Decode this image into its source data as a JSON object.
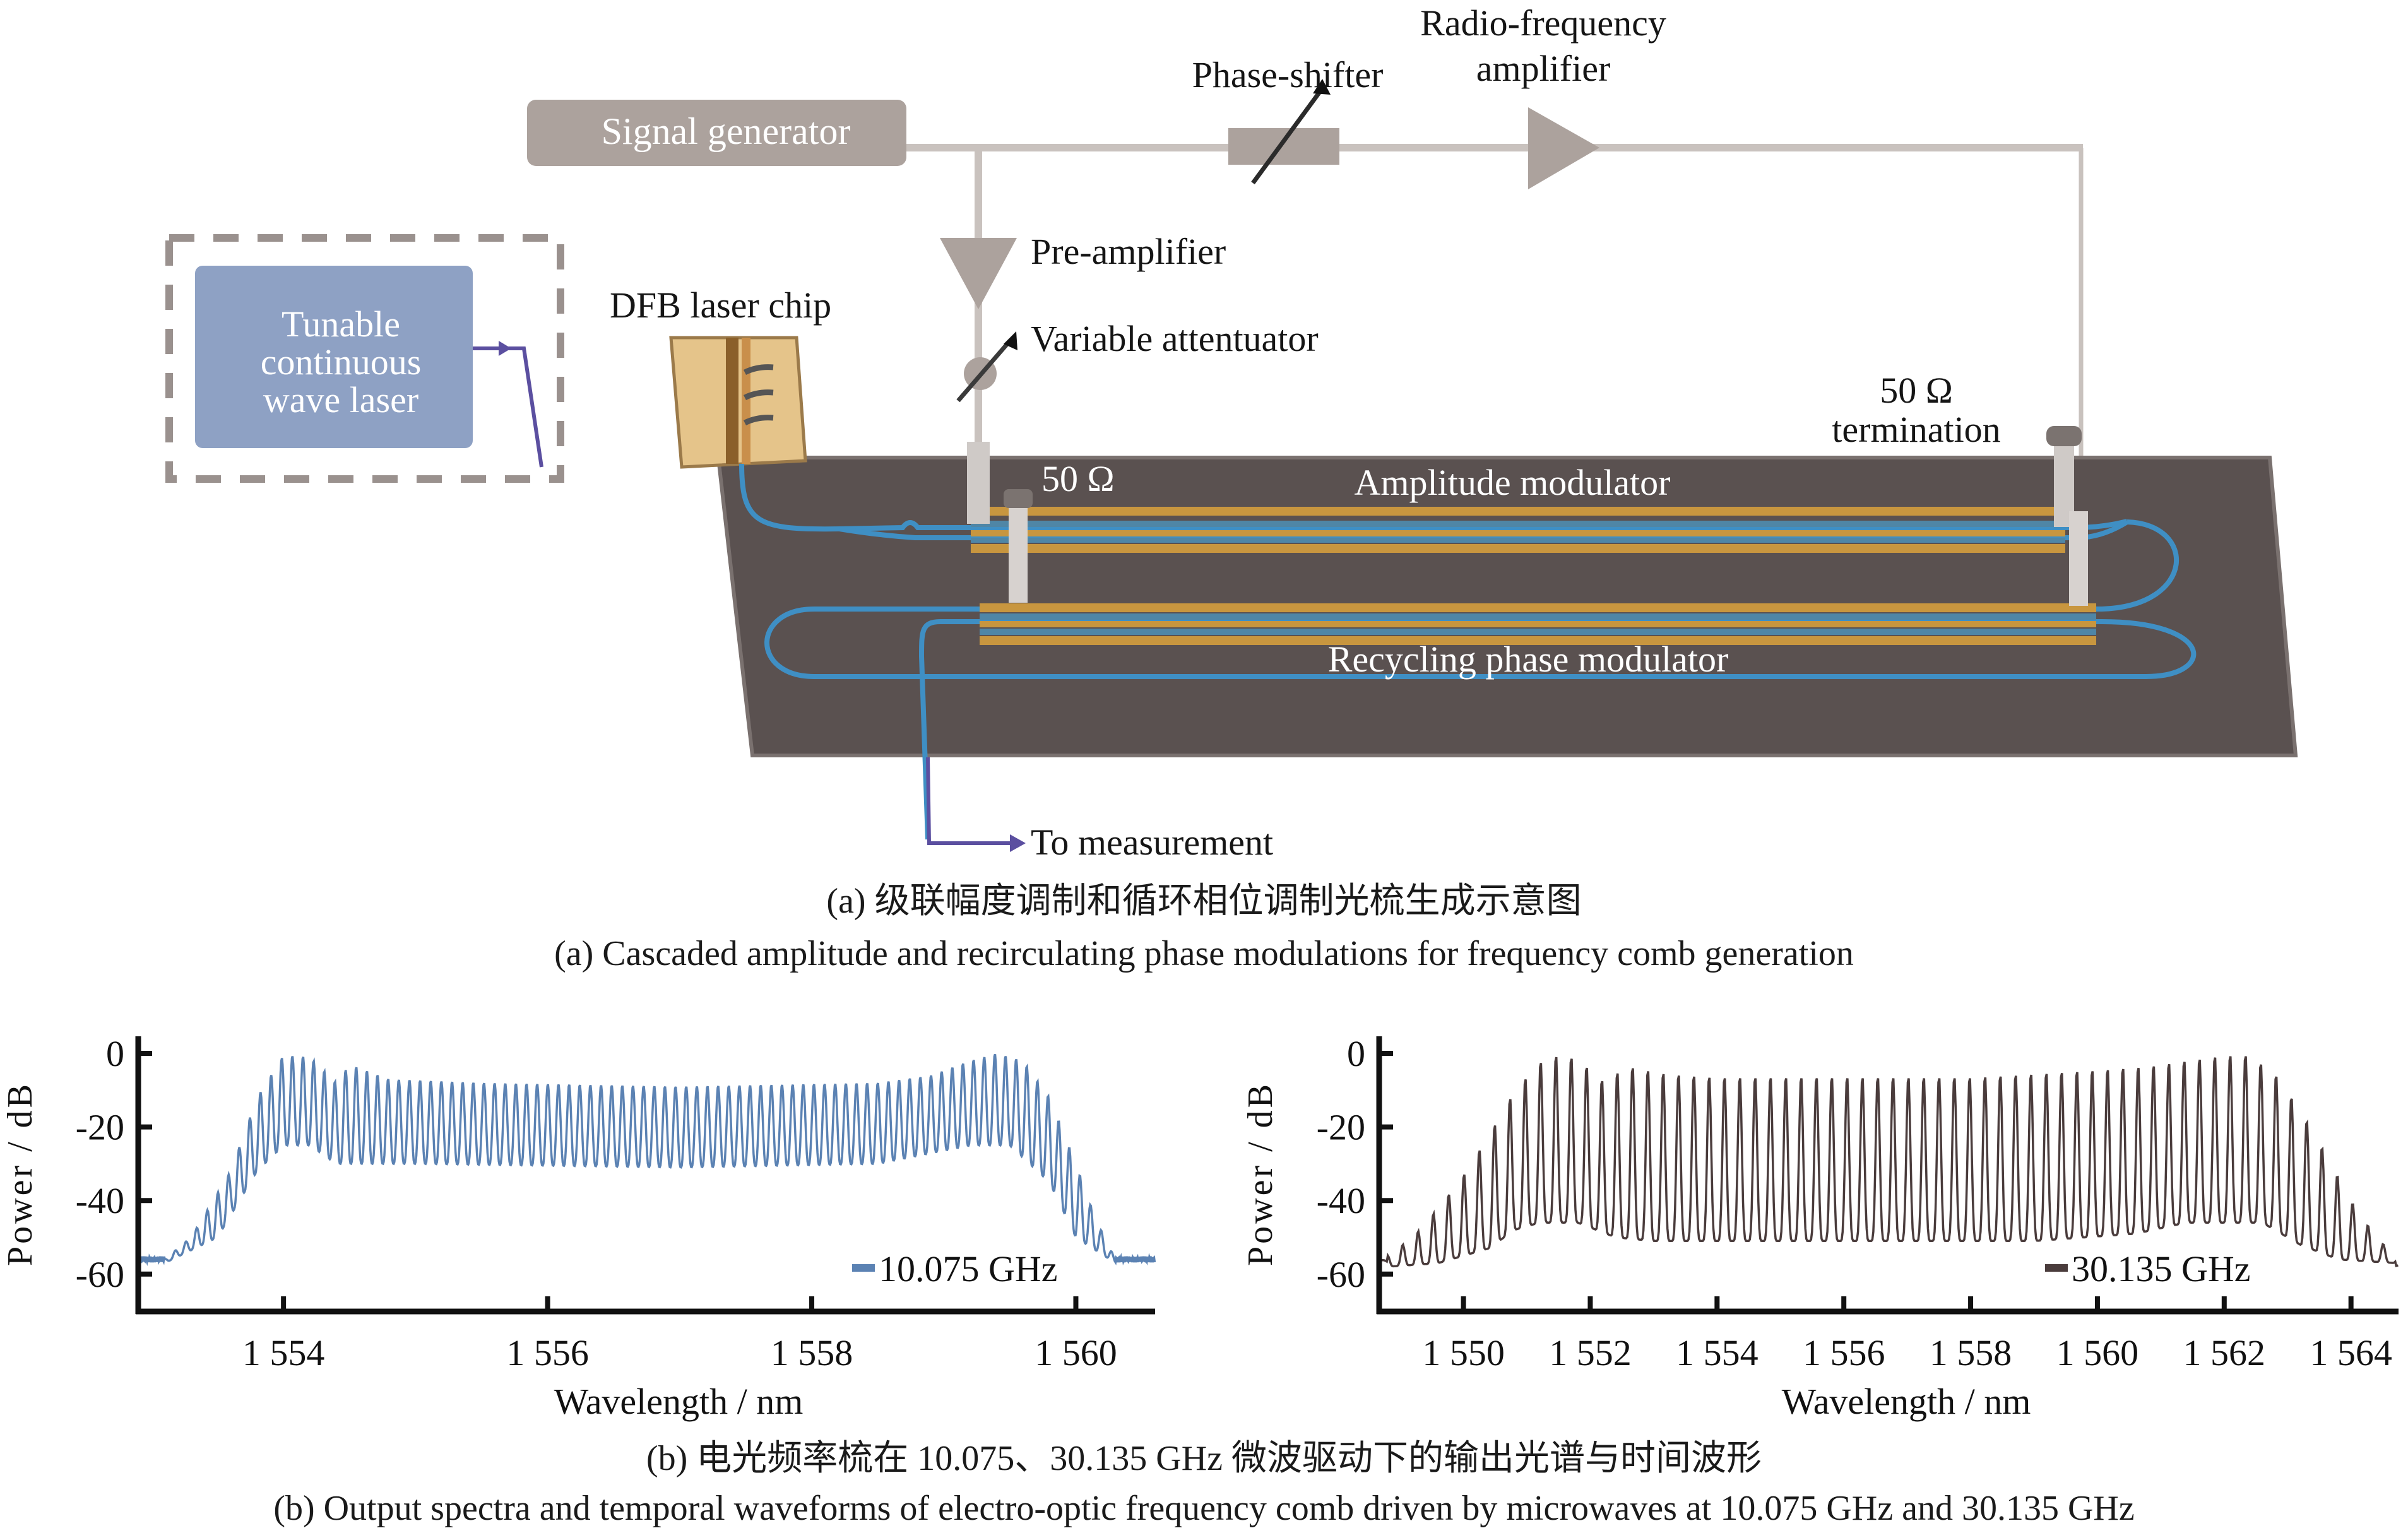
{
  "diagram": {
    "signal_generator": "Signal generator",
    "phase_shifter": "Phase-shifter",
    "rf_amplifier_line1": "Radio-frequency",
    "rf_amplifier_line2": "amplifier",
    "pre_amplifier": "Pre-amplifier",
    "variable_attenuator": "Variable attentuator",
    "tunable_laser_line1": "Tunable",
    "tunable_laser_line2": "continuous",
    "tunable_laser_line3": "wave laser",
    "dfb_laser_chip": "DFB laser chip",
    "fifty_ohm": "50 Ω",
    "termination_line1": "50 Ω",
    "termination_line2": "termination",
    "amplitude_modulator": "Amplitude modulator",
    "recycling_phase_modulator": "Recycling phase modulator",
    "to_measurement": "To measurement",
    "colors": {
      "signal_box": "#aca29d",
      "rf_line": "#c9c2be",
      "laser_box": "#8ea1c4",
      "board": "#5a5150",
      "gold_strip": "#c8963f",
      "waveguide": "#3f8fc4",
      "fiber": "#5b4fa0",
      "dfb_chip": "#e5c48a"
    }
  },
  "captions": {
    "a_cn": "(a) 级联幅度调制和循环相位调制光梳生成示意图",
    "a_en": "(a) Cascaded amplitude and recirculating phase modulations for frequency comb generation",
    "b_cn": "(b) 电光频率梳在 10.075、30.135 GHz 微波驱动下的输出光谱与时间波形",
    "b_en": "(b) Output spectra and temporal waveforms of electro-optic frequency comb driven by microwaves at 10.075 GHz and 30.135 GHz"
  },
  "chart_data": [
    {
      "type": "line",
      "title": "",
      "xlabel": "Wavelength / nm",
      "ylabel": "Power / dB",
      "xlim": [
        1552.9,
        1560.6
      ],
      "ylim": [
        -70,
        5
      ],
      "xticks": [
        1554,
        1556,
        1558,
        1560
      ],
      "xtick_labels": [
        "1 554",
        "1 556",
        "1 558",
        "1 560"
      ],
      "yticks": [
        0,
        -20,
        -40,
        -60
      ],
      "ytick_labels": [
        "0",
        "-20",
        "-40",
        "-60"
      ],
      "grid": false,
      "legend": {
        "position": "bottom-right",
        "entries": [
          "10.075 GHz"
        ]
      },
      "series": [
        {
          "name": "10.075 GHz",
          "color": "#5b82b3",
          "comb_spacing_nm": 0.0806,
          "noise_floor_db": -56,
          "comb_start_nm": 1553.1,
          "comb_end_nm": 1560.3,
          "peak_envelope": [
            [
              1553.1,
              -56
            ],
            [
              1553.3,
              -50
            ],
            [
              1553.6,
              -32
            ],
            [
              1553.8,
              -12
            ],
            [
              1554.0,
              -0.5
            ],
            [
              1554.2,
              -1
            ],
            [
              1554.4,
              -8
            ],
            [
              1554.5,
              -3
            ],
            [
              1554.8,
              -7
            ],
            [
              1555.5,
              -8
            ],
            [
              1557.0,
              -9
            ],
            [
              1558.5,
              -8
            ],
            [
              1558.9,
              -6
            ],
            [
              1559.2,
              -2
            ],
            [
              1559.4,
              0
            ],
            [
              1559.6,
              -2
            ],
            [
              1559.8,
              -12
            ],
            [
              1560.0,
              -30
            ],
            [
              1560.15,
              -45
            ],
            [
              1560.3,
              -56
            ]
          ],
          "trough_envelope": [
            [
              1553.1,
              -57
            ],
            [
              1553.5,
              -50
            ],
            [
              1553.8,
              -32
            ],
            [
              1554.0,
              -25
            ],
            [
              1554.2,
              -25
            ],
            [
              1554.4,
              -30
            ],
            [
              1555.0,
              -30
            ],
            [
              1557.0,
              -31
            ],
            [
              1558.5,
              -30
            ],
            [
              1559.2,
              -25
            ],
            [
              1559.5,
              -25
            ],
            [
              1559.8,
              -35
            ],
            [
              1560.0,
              -50
            ],
            [
              1560.3,
              -57
            ]
          ]
        }
      ]
    },
    {
      "type": "line",
      "title": "",
      "xlabel": "Wavelength / nm",
      "ylabel": "Power / dB",
      "xlim": [
        1548.67,
        1564.75
      ],
      "ylim": [
        -70,
        5
      ],
      "xticks": [
        1550,
        1552,
        1554,
        1556,
        1558,
        1560,
        1562,
        1564
      ],
      "xtick_labels": [
        "1 550",
        "1 552",
        "1 554",
        "1 556",
        "1 558",
        "1 560",
        "1 562",
        "1 564"
      ],
      "yticks": [
        0,
        -20,
        -40,
        -60
      ],
      "ytick_labels": [
        "0",
        "-20",
        "-40",
        "-60"
      ],
      "grid": false,
      "legend": {
        "position": "bottom-right",
        "entries": [
          "30.135 GHz"
        ]
      },
      "series": [
        {
          "name": "30.135 GHz",
          "color": "#4a3c3c",
          "comb_spacing_nm": 0.2417,
          "noise_floor_db": -57,
          "comb_start_nm": 1548.8,
          "comb_end_nm": 1564.7,
          "peak_envelope": [
            [
              1548.8,
              -55
            ],
            [
              1549.2,
              -50
            ],
            [
              1549.6,
              -42
            ],
            [
              1550.0,
              -33
            ],
            [
              1550.4,
              -22
            ],
            [
              1550.8,
              -10
            ],
            [
              1551.2,
              -2
            ],
            [
              1551.5,
              0
            ],
            [
              1551.8,
              -1
            ],
            [
              1552.2,
              -7
            ],
            [
              1552.6,
              -3
            ],
            [
              1553.2,
              -5
            ],
            [
              1554.0,
              -6
            ],
            [
              1556.0,
              -6
            ],
            [
              1558.0,
              -6
            ],
            [
              1560.0,
              -4
            ],
            [
              1560.8,
              -3
            ],
            [
              1561.6,
              -1
            ],
            [
              1562.0,
              0
            ],
            [
              1562.4,
              0
            ],
            [
              1562.8,
              -5
            ],
            [
              1563.2,
              -15
            ],
            [
              1563.6,
              -27
            ],
            [
              1564.0,
              -40
            ],
            [
              1564.4,
              -50
            ],
            [
              1564.7,
              -55
            ]
          ],
          "trough_envelope": [
            [
              1548.8,
              -58
            ],
            [
              1549.6,
              -57
            ],
            [
              1550.4,
              -53
            ],
            [
              1550.8,
              -48
            ],
            [
              1551.2,
              -46
            ],
            [
              1551.8,
              -46
            ],
            [
              1552.4,
              -50
            ],
            [
              1553.0,
              -51
            ],
            [
              1556.0,
              -51
            ],
            [
              1559.0,
              -51
            ],
            [
              1560.6,
              -49
            ],
            [
              1561.4,
              -46
            ],
            [
              1562.6,
              -46
            ],
            [
              1563.2,
              -52
            ],
            [
              1563.8,
              -56
            ],
            [
              1564.7,
              -57
            ]
          ]
        }
      ]
    }
  ]
}
